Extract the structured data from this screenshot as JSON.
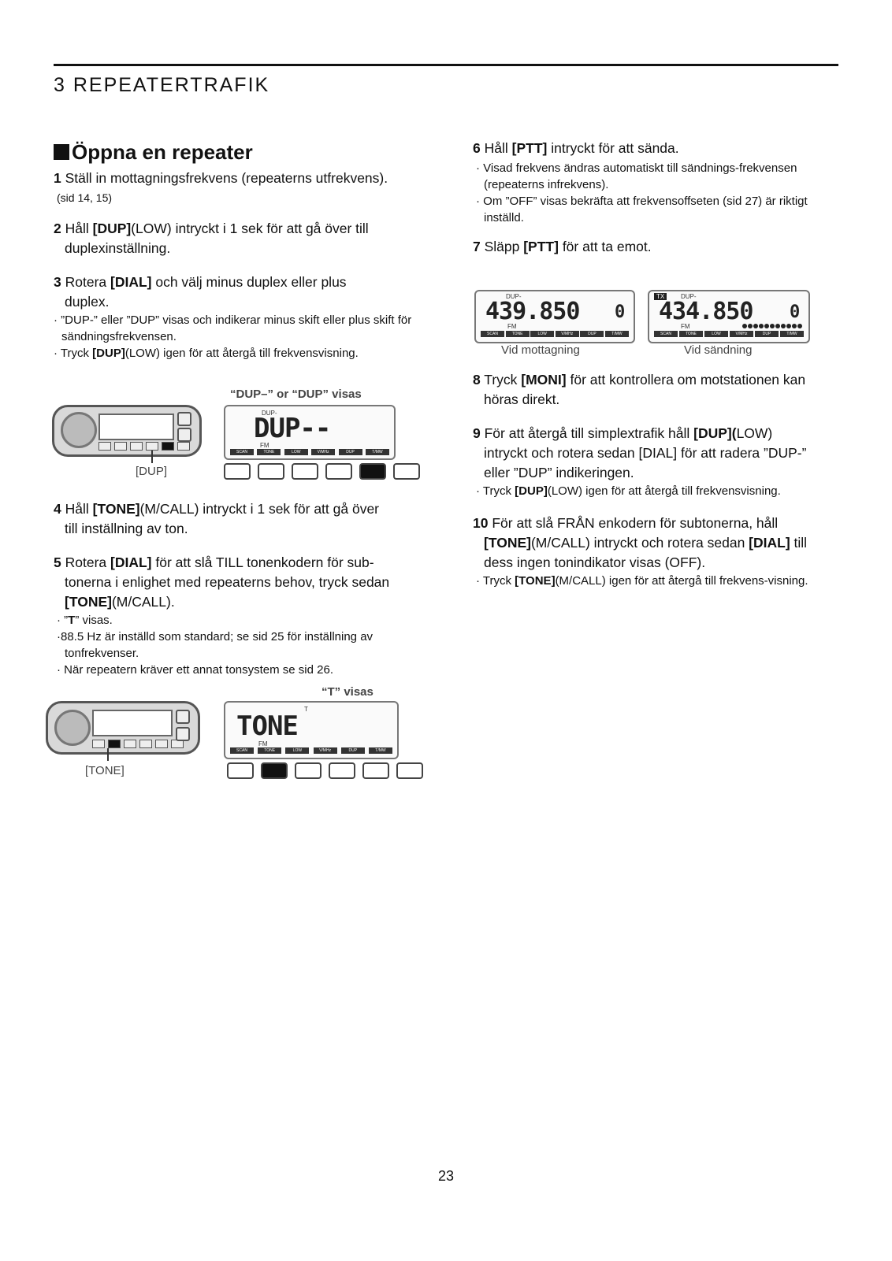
{
  "chapter_title": "3 REPEATERTRAFIK",
  "section_title": "Öppna en repeater",
  "steps_left": [
    {
      "num": "1",
      "parts": [
        "Ställ in mottagningsfrekvens (repeaterns utfrekvens)."
      ],
      "subs": [
        "(sid 14, 15)"
      ]
    },
    {
      "num": "2",
      "pre": "Håll ",
      "key": "[DUP]",
      "post": "(LOW) intryckt i 1 sek för att gå över till",
      "cont": "duplexinställning."
    },
    {
      "num": "3",
      "pre": "Rotera ",
      "key": "[DIAL]",
      "post": " och välj minus duplex eller plus",
      "cont": "duplex.",
      "subs": [
        "· ”DUP-” eller ”DUP” visas och indikerar minus skift eller plus skift för sändningsfrekvensen."
      ],
      "sub2_pre": "· Tryck ",
      "sub2_key": "[DUP]",
      "sub2_post": "(LOW) igen för att återgå till frekvensvisning."
    },
    {
      "num": "4",
      "pre": "Håll ",
      "key": "[TONE]",
      "post": "(M/CALL) intryckt i 1 sek för att gå över",
      "cont": "till inställning av ton."
    },
    {
      "num": "5",
      "pre": "Rotera ",
      "key": "[DIAL]",
      "post": " för att slå TILL tonenkodern för sub-",
      "cont": "tonerna i enlighet med repeaterns behov, tryck sedan",
      "cont2_key": "[TONE]",
      "cont2_post": "(M/CALL).",
      "sub_t_pre": "· ”",
      "sub_t_key": "T",
      "sub_t_post": "” visas.",
      "subs": [
        "·88.5 Hz är inställd som standard; se sid 25 för inställning av tonfrekvenser.",
        "· När repeatern kräver ett annat tonsystem se sid 26."
      ]
    }
  ],
  "steps_right": [
    {
      "num": "6",
      "pre": "Håll ",
      "key": "[PTT]",
      "post": " intryckt för att sända.",
      "subs": [
        "· Visad frekvens ändras automatiskt till sändnings-frekvensen (repeaterns infrekvens).",
        "· Om ”OFF” visas bekräfta att frekvensoffseten (sid 27) är riktigt inställd."
      ]
    },
    {
      "num": "7",
      "pre": "Släpp ",
      "key": "[PTT]",
      "post": " för att ta emot."
    },
    {
      "num": "8",
      "pre": "Tryck ",
      "key": "[MONI]",
      "post": " för att kontrollera om motstationen kan",
      "cont": "höras direkt."
    },
    {
      "num": "9",
      "pre": "För att återgå till simplextrafik håll ",
      "key": "[DUP](",
      "post": "LOW)",
      "cont": "intryckt och rotera sedan [DIAL] för att radera ”DUP-”",
      "cont_b": "eller ”DUP” indikeringen.",
      "sub_pre": "· Tryck ",
      "sub_key": "[DUP]",
      "sub_post": "(LOW) igen för att återgå till frekvensvisning."
    },
    {
      "num": "10",
      "pre": "För att slå FRÅN enkodern för subtonerna, håll",
      "cont_key": "[TONE]",
      "cont_post": "(M/CALL) intryckt och rotera sedan ",
      "cont_key2": "[DIAL]",
      "cont_post2": " till",
      "cont_b": "dess ingen tonindikator visas (OFF).",
      "sub_pre": "· Tryck ",
      "sub_key": "[TONE]",
      "sub_post": "(M/CALL) igen för att återgå till frekvens-visning."
    }
  ],
  "figures": {
    "dup_caption": "“DUP–” or “DUP” visas",
    "dup_key_label": "[DUP]",
    "dup_lcd_text": "DUP--",
    "dup_lcd_small": "DUP-",
    "tone_caption": "“T” visas",
    "tone_key_label": "[TONE]",
    "tone_lcd_text": "TONE",
    "tone_lcd_small": "T",
    "fm_label": "FM",
    "rx_freq": "439.850",
    "tx_freq": "434.850",
    "rx_channel": "0",
    "tx_channel": "0",
    "rx_tag": "DUP-",
    "tx_tag": "DUP-",
    "tx_indicator": "TX",
    "rx_label": "Vid mottagning",
    "tx_label": "Vid sändning",
    "lcd_keys": [
      "SCAN",
      "TONE",
      "LOW",
      "V/MHz",
      "DUP",
      "T/MW"
    ]
  },
  "page_number": "23"
}
